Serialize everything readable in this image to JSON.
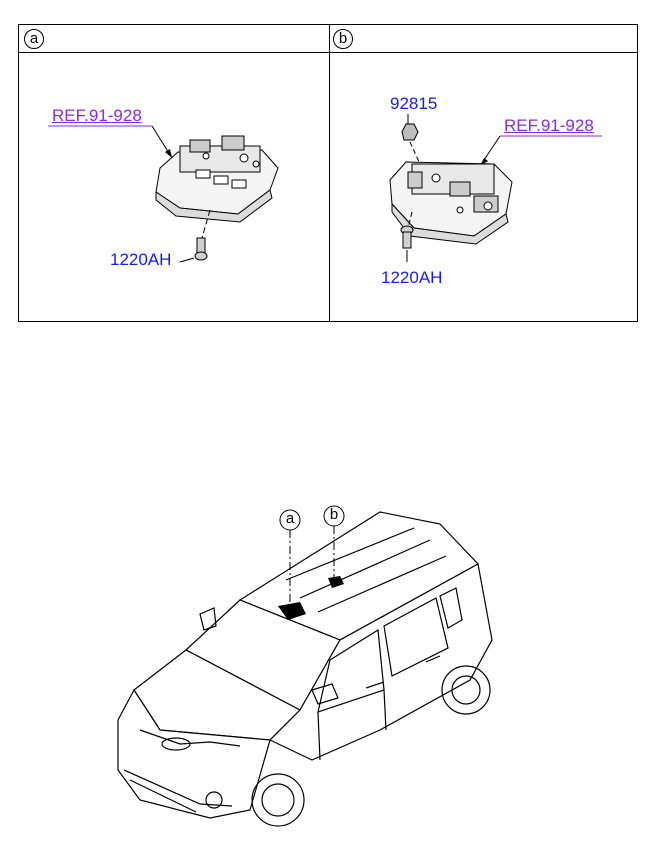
{
  "panels": [
    {
      "tag": "a",
      "ref_label": "REF.91-928",
      "parts": [
        "1220AH"
      ]
    },
    {
      "tag": "b",
      "ref_label": "REF.91-928",
      "parts": [
        "92815",
        "1220AH"
      ]
    }
  ],
  "vehicle": {
    "callouts": [
      "a",
      "b"
    ]
  },
  "colors": {
    "ref": "#8a2be2",
    "part_number": "#1a1aff",
    "line": "#000000"
  }
}
